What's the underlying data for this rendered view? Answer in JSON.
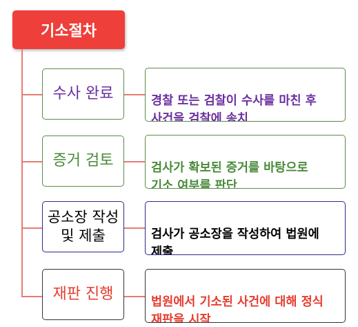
{
  "title": "기소절차",
  "steps": [
    {
      "label": "수사 완료",
      "description": "경찰 또는 검찰이 수사를 마친 후\n사건을 검찰에 송치",
      "color": "#6b2fa0",
      "border": "#5b8a4a"
    },
    {
      "label": "증거 검토",
      "description": "검사가 확보된 증거를 바탕으로\n기소 여부를 판단",
      "color": "#4a8a3a",
      "border": "#5b8a4a"
    },
    {
      "label": "공소장 작성\n및 제출",
      "description": "검사가 공소장을 작성하여 법원에\n제출",
      "color": "#000000",
      "border": "#2a2a8a"
    },
    {
      "label": "재판 진행",
      "description": "법원에서 기소된 사건에 대해 정식\n재판을 시작",
      "color": "#e63b2e",
      "border": "#333333"
    }
  ]
}
